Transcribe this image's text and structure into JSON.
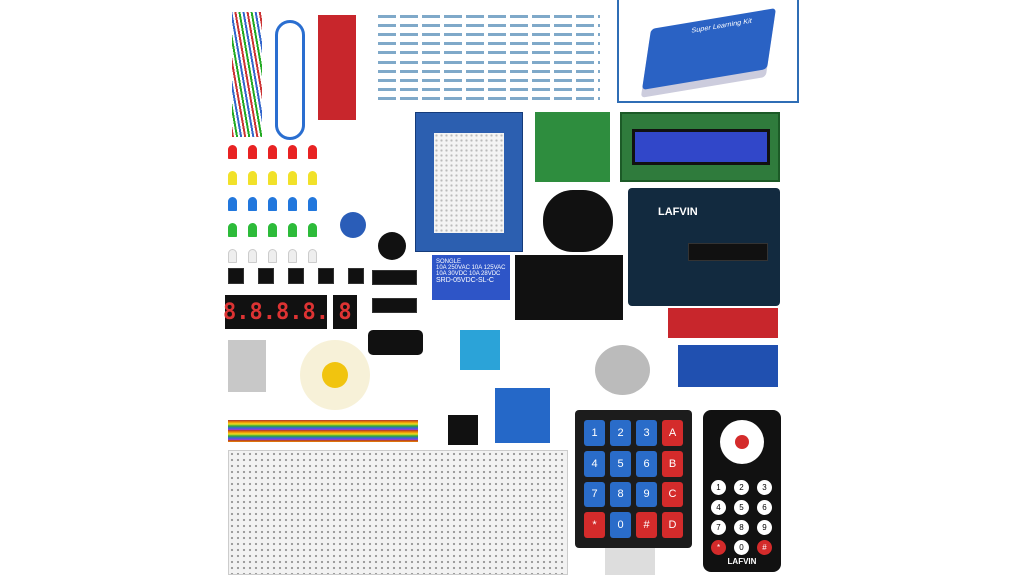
{
  "inset": {
    "box_label": "Super Learning Kit"
  },
  "board": {
    "brand": "LAFVIN"
  },
  "relay": {
    "brand": "SONGLE",
    "rating1": "10A 250VAC 10A 125VAC",
    "rating2": "10A 30VDC 10A 28VDC",
    "model": "SRD-05VDC-SL-C"
  },
  "segment_display": {
    "four_digit": "8.8.8.8.",
    "one_digit": "8"
  },
  "keypad": {
    "keys": [
      "1",
      "2",
      "3",
      "A",
      "4",
      "5",
      "6",
      "B",
      "7",
      "8",
      "9",
      "C",
      "*",
      "0",
      "#",
      "D"
    ]
  },
  "remote": {
    "brand": "LAFVIN",
    "keys": [
      "1",
      "2",
      "3",
      "4",
      "5",
      "6",
      "7",
      "8",
      "9",
      "*",
      "0",
      "#"
    ]
  },
  "colors": {
    "led_colors": [
      "#e82323",
      "#f1e12a",
      "#2277dd",
      "#2dbb3a",
      "#f4f4f4"
    ],
    "pcb_blue": "#2c5fb0"
  }
}
